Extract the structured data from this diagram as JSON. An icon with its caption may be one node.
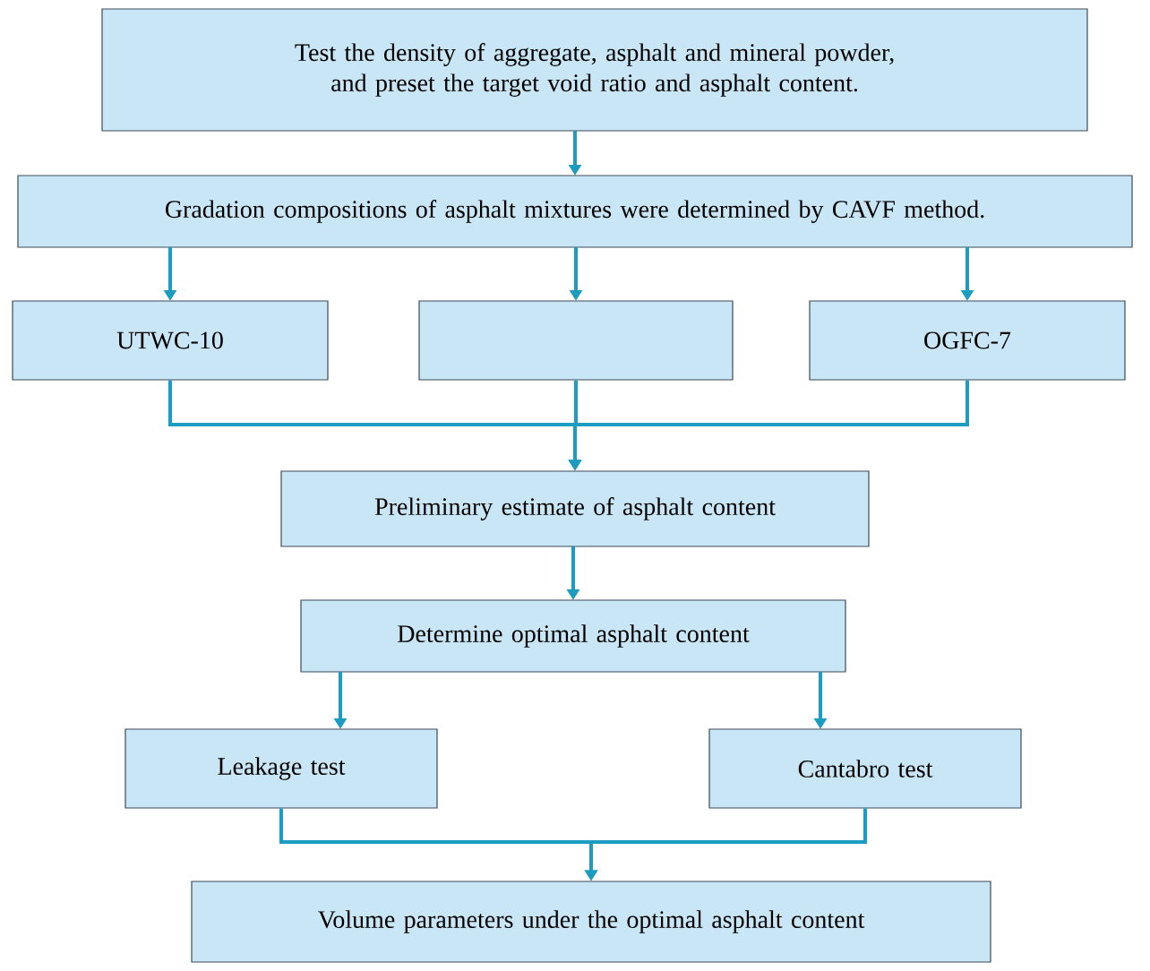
{
  "diagram": {
    "nodes": [
      {
        "text": [
          "Test the density of aggregate, asphalt and mineral powder, and preset the target void ratio and asphalt content."
        ]
      },
      {
        "text": [
          "Gradation compositions of asphalt mixtures were determined by CAVF method."
        ]
      },
      {
        "text": [
          "UTWC-10"
        ]
      },
      {
        "text": [],
        "shape": "box"
      },
      {
        "text": [
          "OGFC-7"
        ]
      },
      {
        "text": [
          "Preliminary estimate of asphalt content"
        ]
      },
      {
        "text": [
          "Determine optimal asphalt content"
        ]
      },
      {
        "text": [
          "Leakage test"
        ]
      },
      {
        "text": [
          "Cantabro test"
        ]
      },
      {
        "text": [
          "Volume parameters under the optimal asphalt content"
        ]
      }
    ],
    "edges": [
      {
        "from": 0,
        "to": 1,
        "arrow": "to"
      },
      {
        "from": 1,
        "to": 2,
        "arrow": "to"
      },
      {
        "from": 1,
        "to": 3,
        "arrow": "to"
      },
      {
        "from": 1,
        "to": 4,
        "arrow": "to"
      },
      {
        "from": 2,
        "to": 5,
        "arrow": "to"
      },
      {
        "from": 3,
        "to": 5,
        "arrow": "to"
      },
      {
        "from": 4,
        "to": 5,
        "arrow": "to"
      },
      {
        "from": 5,
        "to": 6,
        "arrow": "to"
      },
      {
        "from": 6,
        "to": 7,
        "arrow": "to"
      },
      {
        "from": 6,
        "to": 8,
        "arrow": "to"
      },
      {
        "from": 7,
        "to": 9,
        "arrow": "to"
      },
      {
        "from": 8,
        "to": 9,
        "arrow": "to"
      }
    ]
  }
}
